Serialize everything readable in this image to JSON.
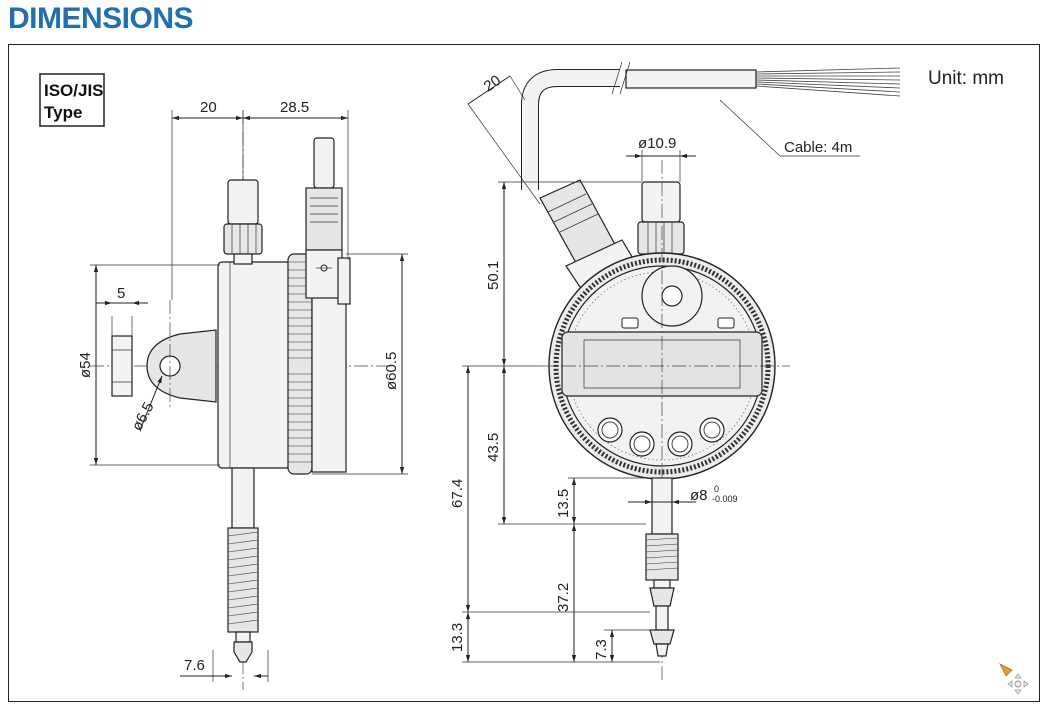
{
  "heading": "DIMENSIONS",
  "type_box": {
    "line1": "ISO/JIS",
    "line2": "Type"
  },
  "unit_label": "Unit: mm",
  "cable_label": "Cable: 4m",
  "left_view": {
    "dim_20": "20",
    "dim_28_5": "28.5",
    "dim_5": "5",
    "dim_d54": "ø54",
    "dim_d6_5": "ø6.5",
    "dim_d60_5": "ø60.5",
    "dim_7_6": "7.6"
  },
  "right_view": {
    "dim_20": "20",
    "dim_d10_9": "ø10.9",
    "dim_50_1": "50.1",
    "dim_43_5": "43.5",
    "dim_67_4": "67.4",
    "dim_13_5": "13.5",
    "dim_d8": "ø8",
    "tol_upper": "0",
    "tol_lower": "-0.009",
    "dim_37_2": "37.2",
    "dim_13_3": "13.3",
    "dim_7_3": "7.3"
  },
  "colors": {
    "heading": "#1f6fb4",
    "line": "#222222",
    "part_fill": "#e6e6e6"
  },
  "icons": {
    "corner": "move-cursor-icon"
  }
}
